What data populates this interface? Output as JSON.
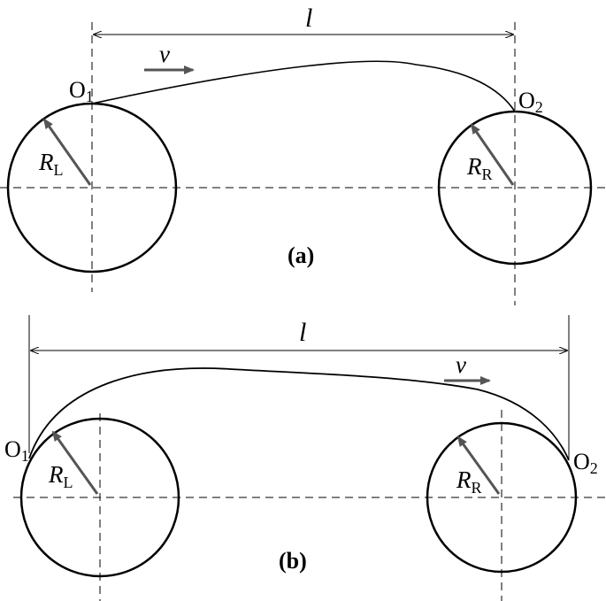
{
  "panel_a": {
    "length_label": "l",
    "velocity_label": "v",
    "left_point": {
      "base": "O",
      "sub": "1"
    },
    "right_point": {
      "base": "O",
      "sub": "2"
    },
    "left_radius": {
      "base": "R",
      "sub": "L"
    },
    "right_radius": {
      "base": "R",
      "sub": "R"
    },
    "caption": "(a)"
  },
  "panel_b": {
    "length_label": "l",
    "velocity_label": "v",
    "left_point": {
      "base": "O",
      "sub": "1"
    },
    "right_point": {
      "base": "O",
      "sub": "2"
    },
    "left_radius": {
      "base": "R",
      "sub": "L"
    },
    "right_radius": {
      "base": "R",
      "sub": "R"
    },
    "caption": "(b)"
  },
  "colors": {
    "stroke": "#000000",
    "arrow": "#555555",
    "dashed": "#000000"
  }
}
